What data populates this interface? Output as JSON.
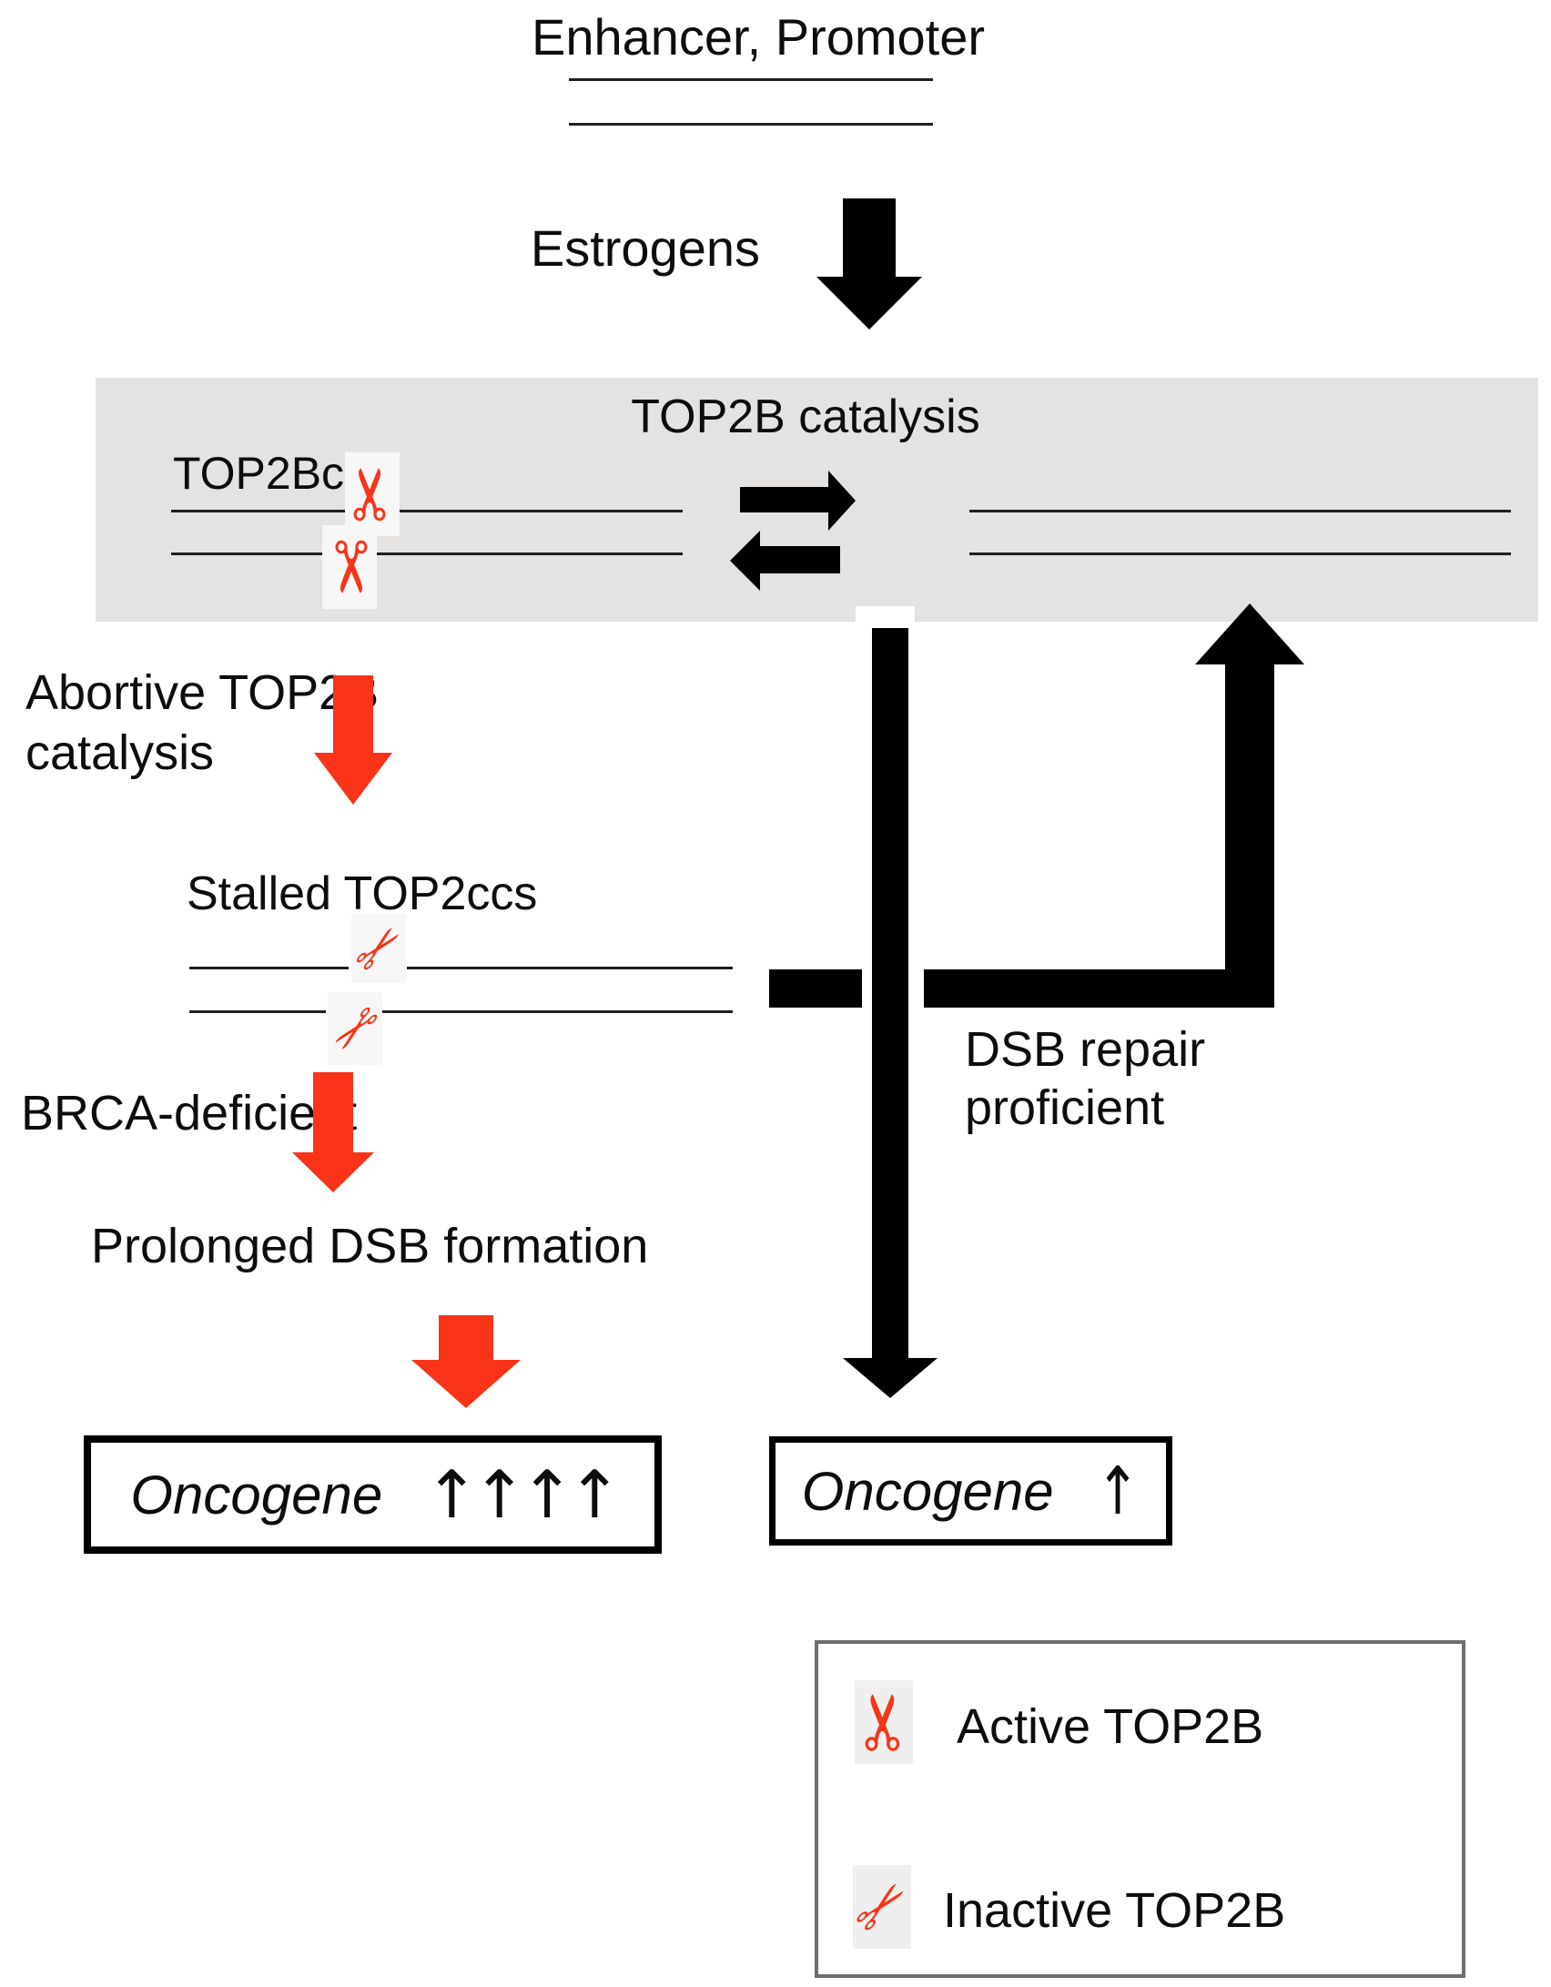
{
  "title": "TOP2B catalysis and oncogene activation diagram",
  "colors": {
    "red": "#f93418",
    "band_gray": "#e4e3e2",
    "black": "#000000",
    "line": "#1f1f1f",
    "legend_border": "#6e6e6e"
  },
  "icons": {
    "scissors_glyph": "✂"
  },
  "top": {
    "enhancer_promoter": "Enhancer, Promoter",
    "estrogens": "Estrogens"
  },
  "band": {
    "title": "TOP2B catalysis",
    "top2bccs": "TOP2Bccs"
  },
  "left_path": {
    "abortive_line1": "Abortive TOP2B",
    "abortive_line2": "catalysis",
    "stalled": "Stalled TOP2ccs",
    "brca": "BRCA-deficient",
    "prolonged": "Prolonged DSB formation",
    "oncogene": "Oncogene",
    "oncogene_arrows": "↑↑↑↑"
  },
  "right_path": {
    "dsb_line1": "DSB repair",
    "dsb_line2": "proficient",
    "oncogene": "Oncogene",
    "oncogene_arrow": "↑"
  },
  "legend": {
    "active": "Active TOP2B",
    "inactive": "Inactive TOP2B"
  }
}
